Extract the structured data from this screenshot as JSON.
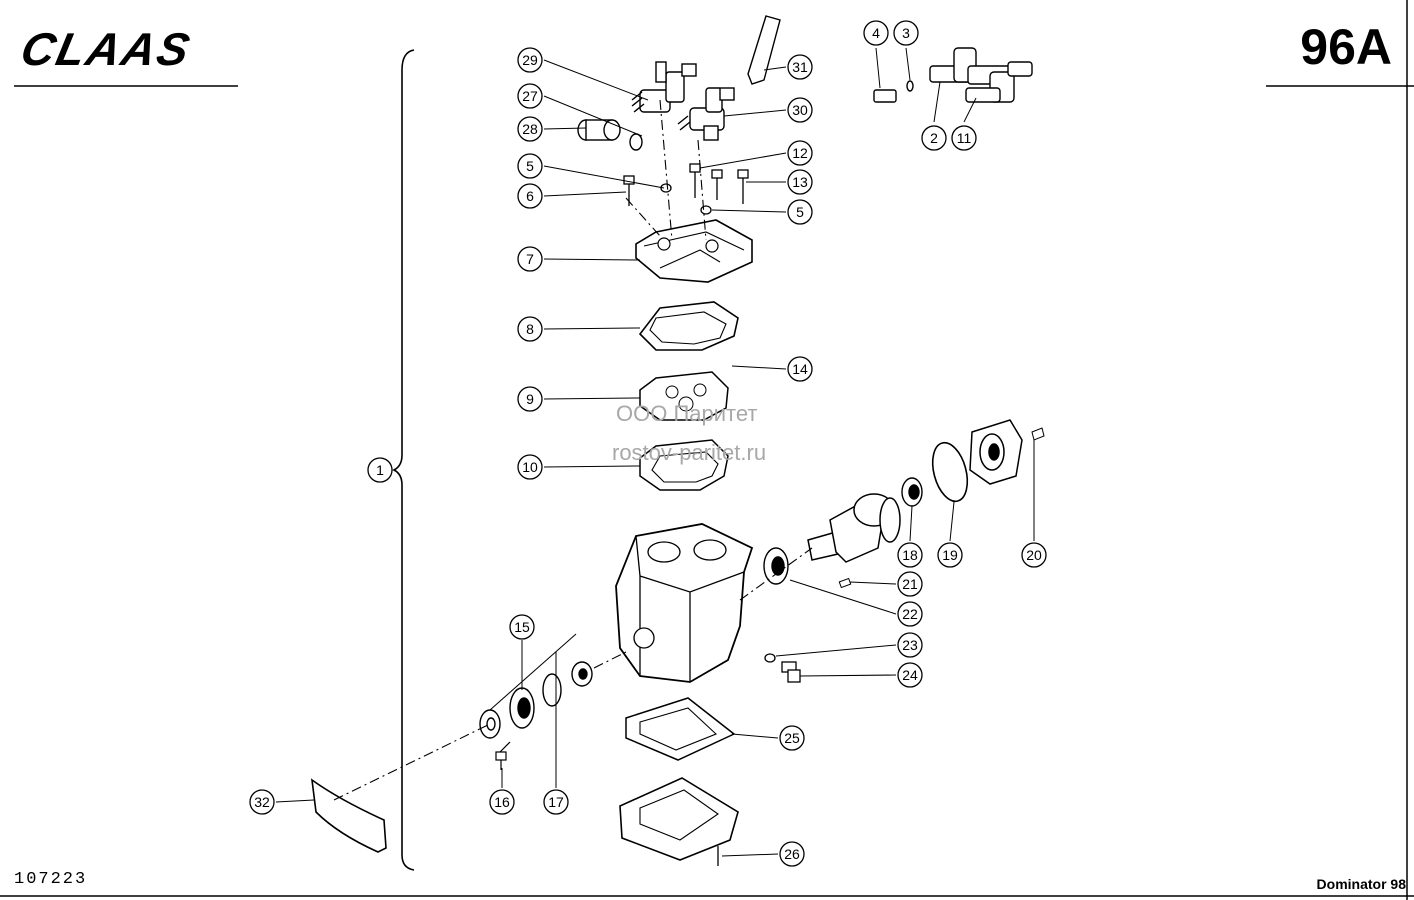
{
  "header": {
    "brand": "CLAAS",
    "sheet": "96A"
  },
  "footer": {
    "drawing_number": "107223",
    "model": "Dominator 98"
  },
  "watermark": {
    "company": "ООО Паритет",
    "site": "rostov-paritet.ru"
  },
  "callouts": [
    "1",
    "2",
    "3",
    "4",
    "5",
    "5",
    "6",
    "7",
    "8",
    "9",
    "10",
    "11",
    "12",
    "13",
    "14",
    "15",
    "16",
    "17",
    "18",
    "19",
    "20",
    "21",
    "22",
    "23",
    "24",
    "25",
    "26",
    "27",
    "28",
    "29",
    "30",
    "31",
    "32"
  ]
}
